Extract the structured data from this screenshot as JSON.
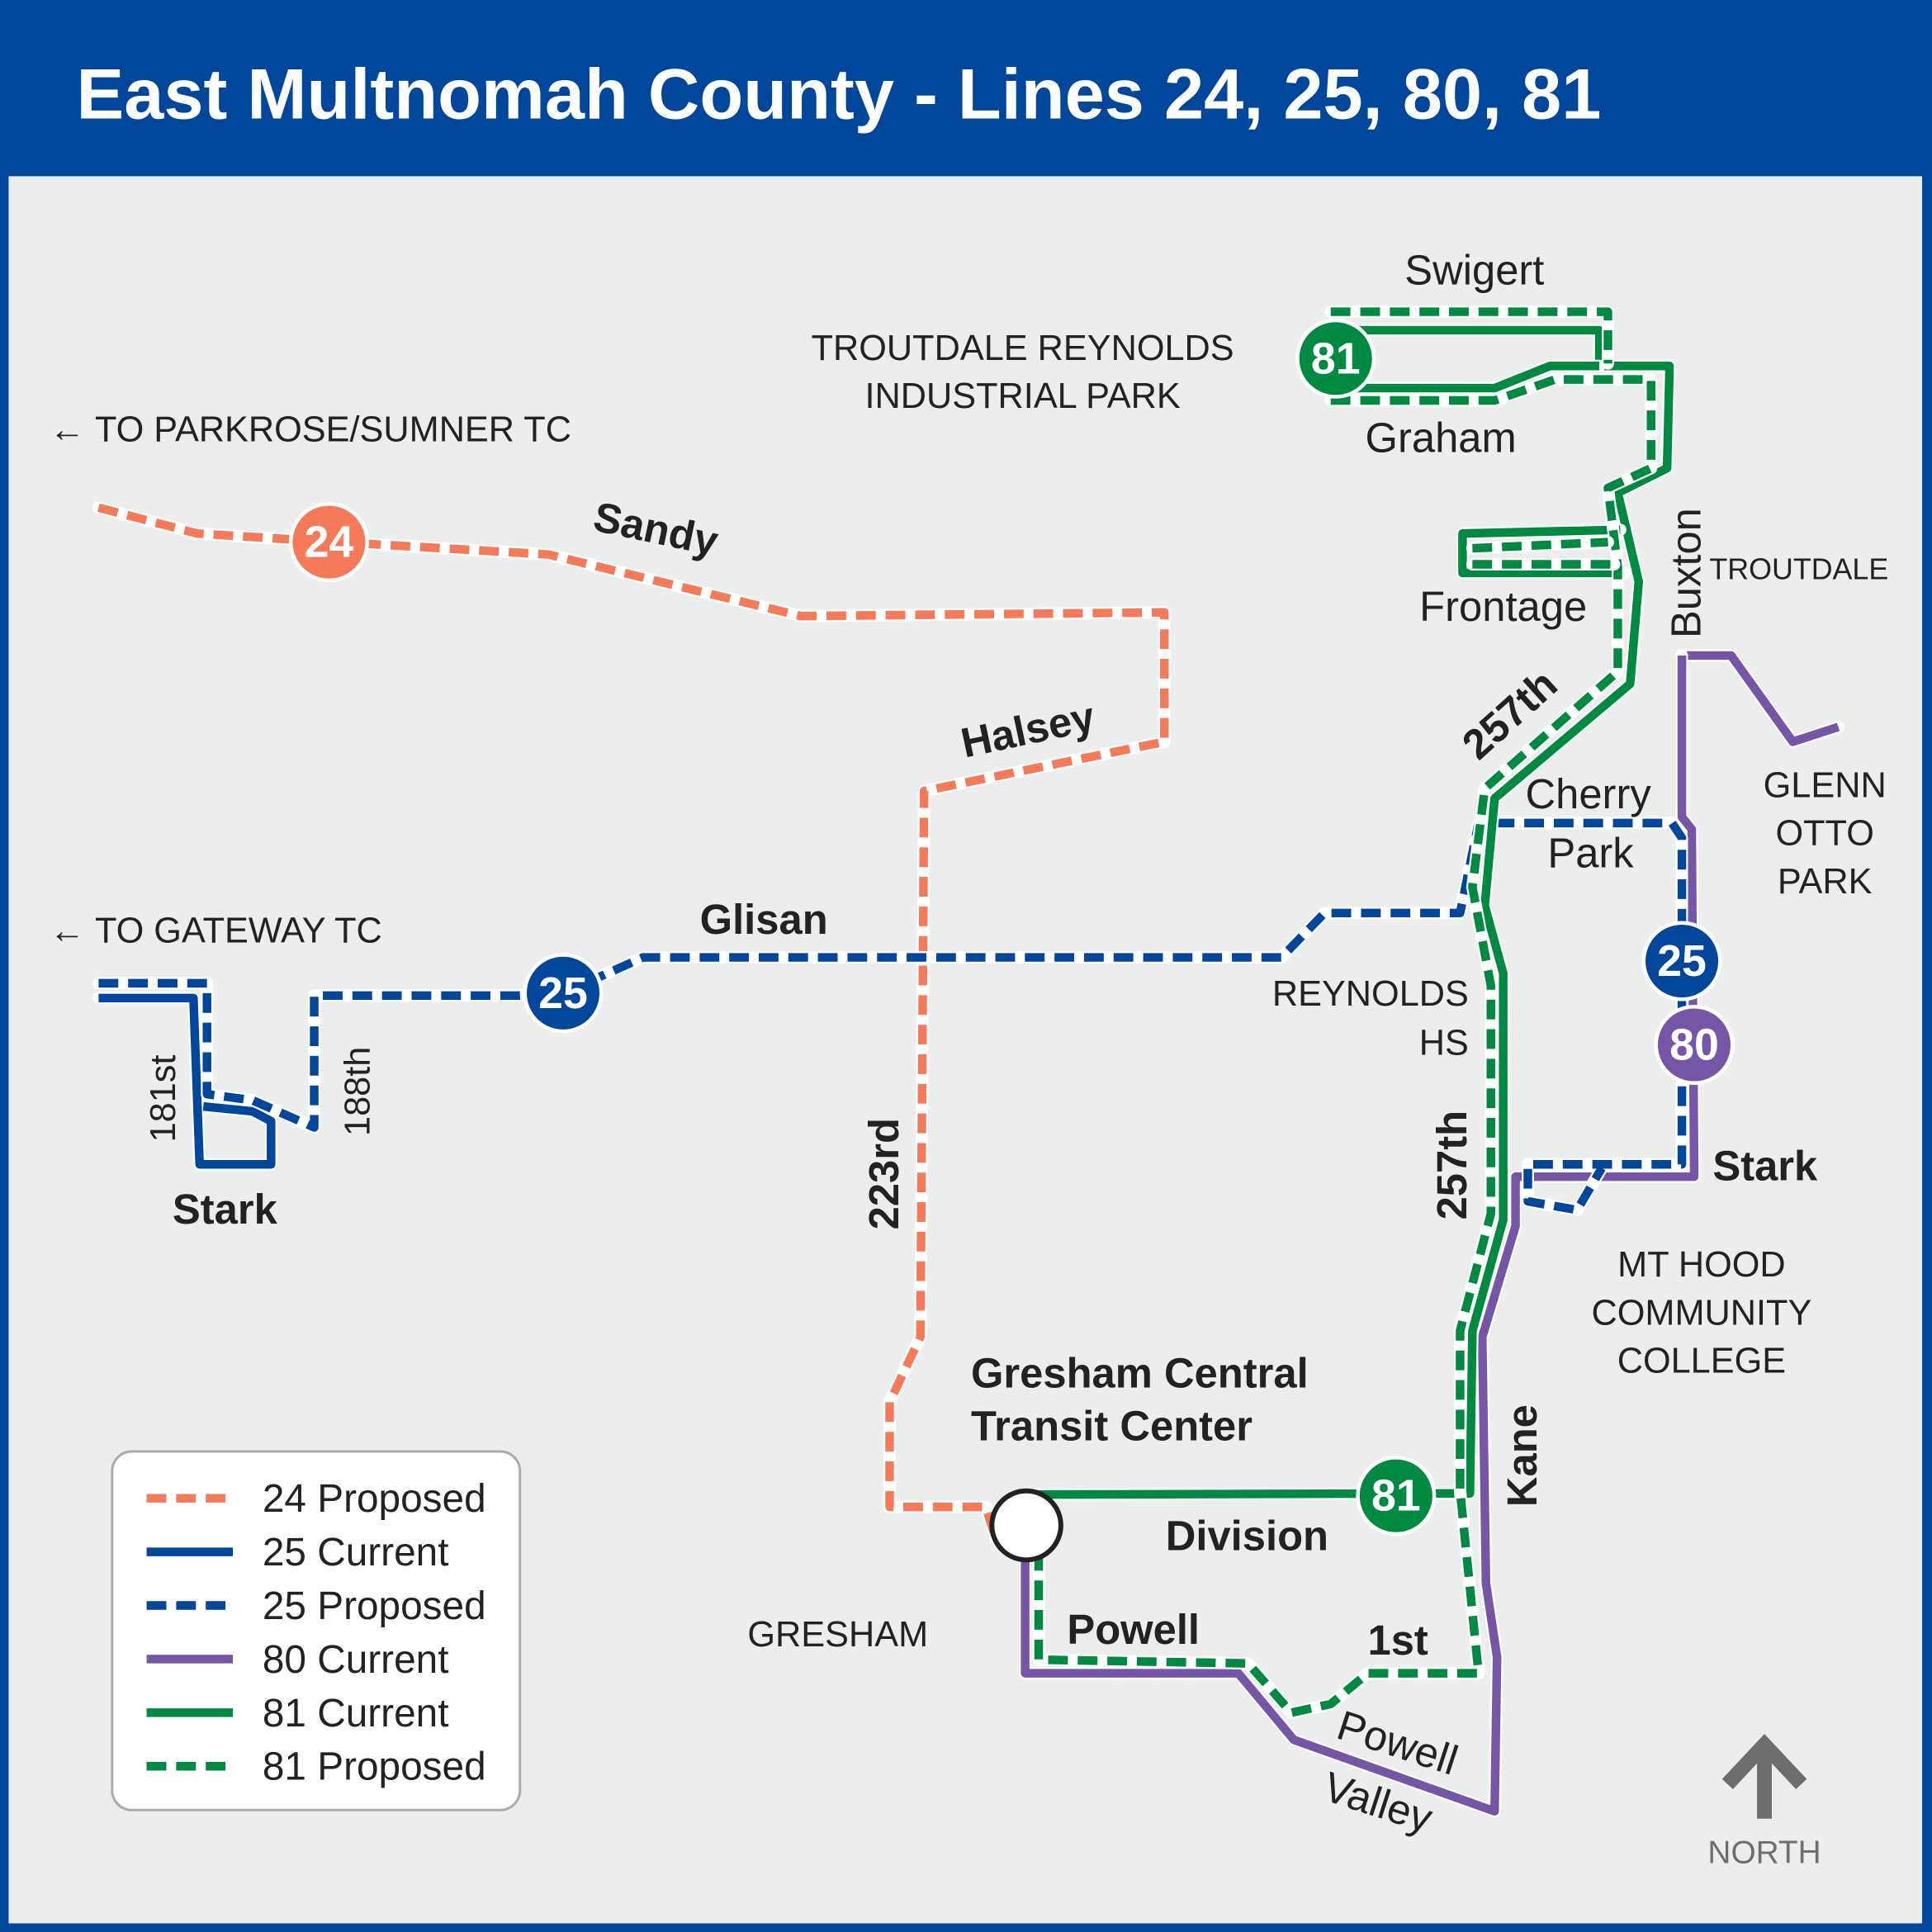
{
  "header": {
    "title": "East Multnomah County - Lines 24, 25, 80, 81"
  },
  "colors": {
    "header": "#00479b",
    "line24": "#f47a5a",
    "line25": "#00479b",
    "line80": "#7556a6",
    "line81": "#008940",
    "background": "#eceeed"
  },
  "badges": {
    "b24": "24",
    "b25_west": "25",
    "b25_east": "25",
    "b80": "80",
    "b81_north": "81",
    "b81_south": "81"
  },
  "directions": {
    "parkrose": "TO PARKROSE/SUMNER TC",
    "gateway": "TO GATEWAY TC"
  },
  "streets": {
    "sandy": "Sandy",
    "halsey": "Halsey",
    "glisan": "Glisan",
    "stark_west": "Stark",
    "s181st": "181st",
    "s188th": "188th",
    "s223rd": "223rd",
    "swigert": "Swigert",
    "graham": "Graham",
    "frontage": "Frontage",
    "buxton": "Buxton",
    "s257th_north": "257th",
    "s257th_south": "257th",
    "cherry": "Cherry",
    "park": "Park",
    "stark_east": "Stark",
    "kane": "Kane",
    "division": "Division",
    "powell": "Powell",
    "first": "1st",
    "powell_valley_1": "Powell",
    "powell_valley_2": "Valley"
  },
  "places": {
    "troutdale_reynolds_1": "TROUTDALE REYNOLDS",
    "troutdale_reynolds_2": "INDUSTRIAL PARK",
    "troutdale": "TROUTDALE",
    "glenn_1": "GLENN",
    "glenn_2": "OTTO",
    "glenn_3": "PARK",
    "reynolds_1": "REYNOLDS",
    "reynolds_2": "HS",
    "mthood_1": "MT HOOD",
    "mthood_2": "COMMUNITY",
    "mthood_3": "COLLEGE",
    "gresham": "GRESHAM",
    "gctc_1": "Gresham Central",
    "gctc_2": "Transit Center"
  },
  "legend": [
    {
      "label": "24 Proposed",
      "color": "#f47a5a",
      "style": "dashed"
    },
    {
      "label": "25 Current",
      "color": "#00479b",
      "style": "solid"
    },
    {
      "label": "25 Proposed",
      "color": "#00479b",
      "style": "dashed"
    },
    {
      "label": "80 Current",
      "color": "#7556a6",
      "style": "solid"
    },
    {
      "label": "81 Current",
      "color": "#008940",
      "style": "solid"
    },
    {
      "label": "81 Proposed",
      "color": "#008940",
      "style": "dashed"
    }
  ],
  "north": {
    "label": "NORTH",
    "icon": "north-arrow-icon"
  }
}
